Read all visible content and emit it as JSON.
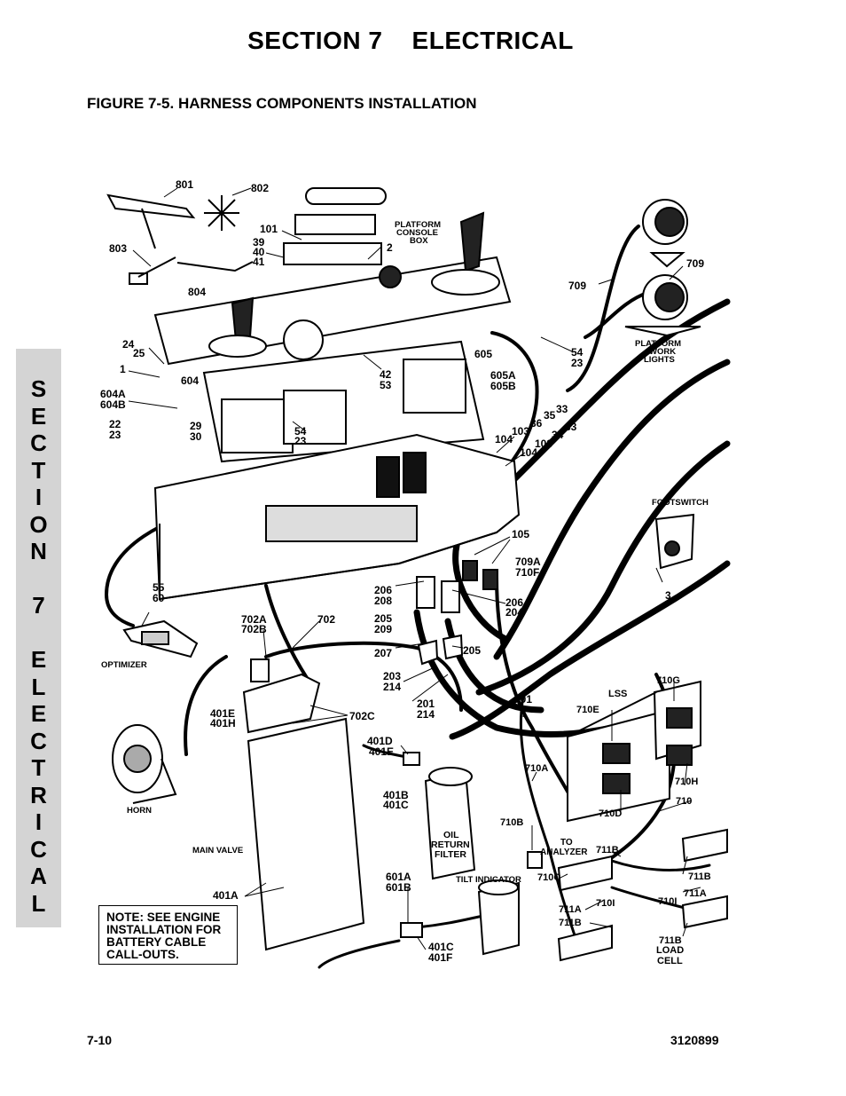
{
  "header": {
    "section_title": "SECTION 7    ELECTRICAL",
    "figure_title": "FIGURE 7-5. HARNESS COMPONENTS INSTALLATION"
  },
  "side_tab": {
    "letters": [
      "S",
      "E",
      "C",
      "T",
      "I",
      "O",
      "N",
      "",
      "7",
      "",
      "E",
      "L",
      "E",
      "C",
      "T",
      "R",
      "I",
      "C",
      "A",
      "L"
    ]
  },
  "callouts": {
    "c801": "801",
    "c802": "802",
    "c101": "101",
    "c39": "39",
    "c40": "40",
    "c41": "41",
    "c2": "2",
    "c803": "803",
    "c804": "804",
    "console1": "PLATFORM",
    "console2": "CONSOLE",
    "console3": "BOX",
    "c709a": "709",
    "c709b": "709",
    "lights1": "PLATFORM",
    "lights2": "WORK",
    "lights3": "LIGHTS",
    "c24": "24",
    "c25": "25",
    "c1": "1",
    "c604": "604",
    "c604a": "604A",
    "c604b": "604B",
    "c22": "22",
    "c23a": "23",
    "c29": "29",
    "c30": "30",
    "c54a": "54",
    "c23b": "23",
    "c42": "42",
    "c53": "53",
    "c605": "605",
    "c54b": "54",
    "c23c": "23",
    "c605a": "605A",
    "c605b": "605B",
    "c36": "36",
    "c35": "35",
    "c33a": "33",
    "c103a": "103",
    "c34": "34",
    "c33b": "33",
    "c104a": "104",
    "c103b": "103",
    "c104b": "104",
    "footswitch": "FOOTSWITCH",
    "c105": "105",
    "c709A": "709A",
    "c710F": "710F",
    "c3": "3",
    "c55": "55",
    "c60": "60",
    "optimizer": "OPTIMIZER",
    "c206a": "206",
    "c208": "208",
    "c206b": "206",
    "c204": "204",
    "c205a": "205",
    "c209": "209",
    "c207": "207",
    "c205b": "205",
    "c702a": "702A",
    "c702b": "702B",
    "c702": "702",
    "c203": "203",
    "c214a": "214",
    "c201": "201",
    "c214b": "214",
    "c401e": "401E",
    "c401h": "401H",
    "c702c": "702C",
    "c401": "401",
    "c710g": "710G",
    "lss": "LSS",
    "c710e": "710E",
    "c401d": "401D",
    "c401e2": "401E",
    "c710a": "710A",
    "c710h": "710H",
    "c401b": "401B",
    "c401c": "401C",
    "filter1": "OIL",
    "filter2": "RETURN",
    "filter3": "FILTER",
    "horn": "HORN",
    "c710d": "710D",
    "c710": "710",
    "c710b": "710B",
    "to1": "TO",
    "to2": "ANALYZER",
    "c711b1": "711B",
    "c711b2": "711B",
    "mainvalve": "MAIN VALVE",
    "c601a": "601A",
    "c601b": "601B",
    "tilt": "TILT INDICATOR",
    "c710c": "710C",
    "c711a1": "711A",
    "c711a2": "711A",
    "c710i1": "710I",
    "c710i2": "710I",
    "c401a": "401A",
    "c711b3": "711B",
    "c711b4": "711B",
    "c401c2": "401C",
    "c401f": "401F",
    "loadcell1": "LOAD",
    "loadcell2": "CELL"
  },
  "note": {
    "lines": [
      "NOTE: SEE ENGINE",
      "INSTALLATION FOR",
      "BATTERY CABLE",
      "CALL-OUTS."
    ]
  },
  "footer": {
    "page_number": "7-10",
    "document_number": "3120899"
  }
}
